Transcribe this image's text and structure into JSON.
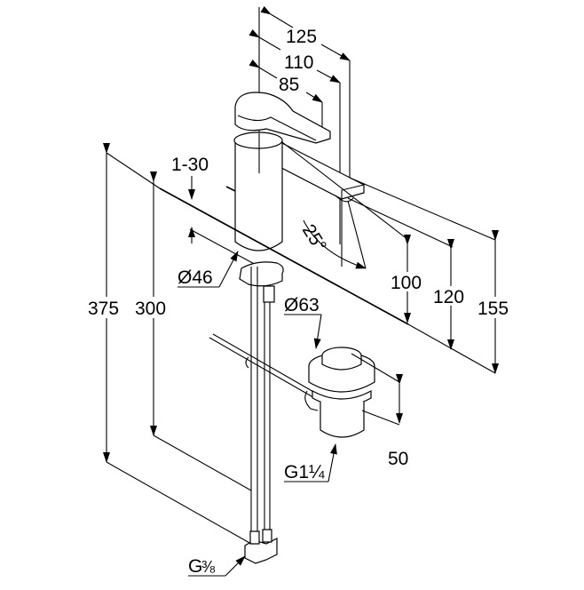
{
  "drawing": {
    "title": "Basin mixer dimension drawing",
    "dimensions": {
      "spout_reach_outer": "125",
      "spout_reach_mid": "110",
      "lever_reach": "85",
      "deck_thickness": "1-30",
      "body_diameter": "Ø46",
      "spout_angle": "25°",
      "spout_height_100": "100",
      "spout_height_120": "120",
      "spout_height_155": "155",
      "hose_length_375": "375",
      "hose_length_300": "300",
      "waste_diameter": "Ø63",
      "waste_height": "50",
      "waste_thread": "G1¼",
      "hose_thread_base": "G",
      "hose_thread_fraction": "⅜"
    },
    "colors": {
      "line": "#000000",
      "background": "#ffffff"
    }
  }
}
